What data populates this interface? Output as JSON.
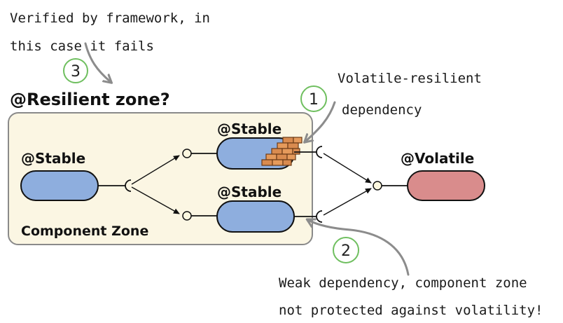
{
  "annotations": {
    "verified_line1": "Verified by framework, in",
    "verified_line2": "this case it fails",
    "volatile_resilient_line1": "Volatile-resilient",
    "volatile_resilient_line2": "dependency",
    "weak_line1": "Weak dependency, component zone",
    "weak_line2": "not protected against volatility!"
  },
  "markers": {
    "one": "1",
    "two": "2",
    "three": "3"
  },
  "zones": {
    "resilient_title": "@Resilient zone?",
    "component_zone_label": "Component Zone"
  },
  "components": {
    "stable_left": "@Stable",
    "stable_top": "@Stable",
    "stable_bottom": "@Stable",
    "volatile": "@Volatile"
  },
  "colors": {
    "zone_fill": "#fbf6e3",
    "zone_stroke": "#8a8a8a",
    "stable_fill": "#8eaede",
    "volatile_fill": "#d98c8c",
    "marker_stroke": "#6fbf5f",
    "annotation_arrow": "#8c8c8c",
    "brick": "#d98b4f"
  }
}
